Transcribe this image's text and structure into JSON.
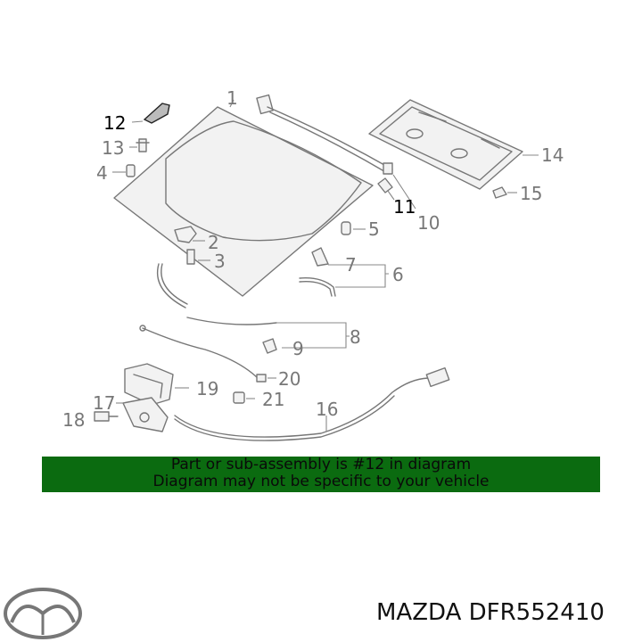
{
  "diagram": {
    "labels": {
      "l1": "1",
      "l2": "2",
      "l3": "3",
      "l4": "4",
      "l5": "5",
      "l6": "6",
      "l7": "7",
      "l8": "8",
      "l9": "9",
      "l10": "10",
      "l11": "11",
      "l12": "12",
      "l13": "13",
      "l14": "14",
      "l15": "15",
      "l16": "16",
      "l17": "17",
      "l18": "18",
      "l19": "19",
      "l20": "20",
      "l21": "21"
    },
    "highlighted_part": "12"
  },
  "banner": {
    "line1": "Part or sub-assembly is #12 in diagram",
    "line2": "Diagram may not be specific to your vehicle",
    "color": "#0b6b10"
  },
  "brand": {
    "logo_icon": "mazda-logo-icon",
    "text": "MAZDA DFR552410"
  }
}
